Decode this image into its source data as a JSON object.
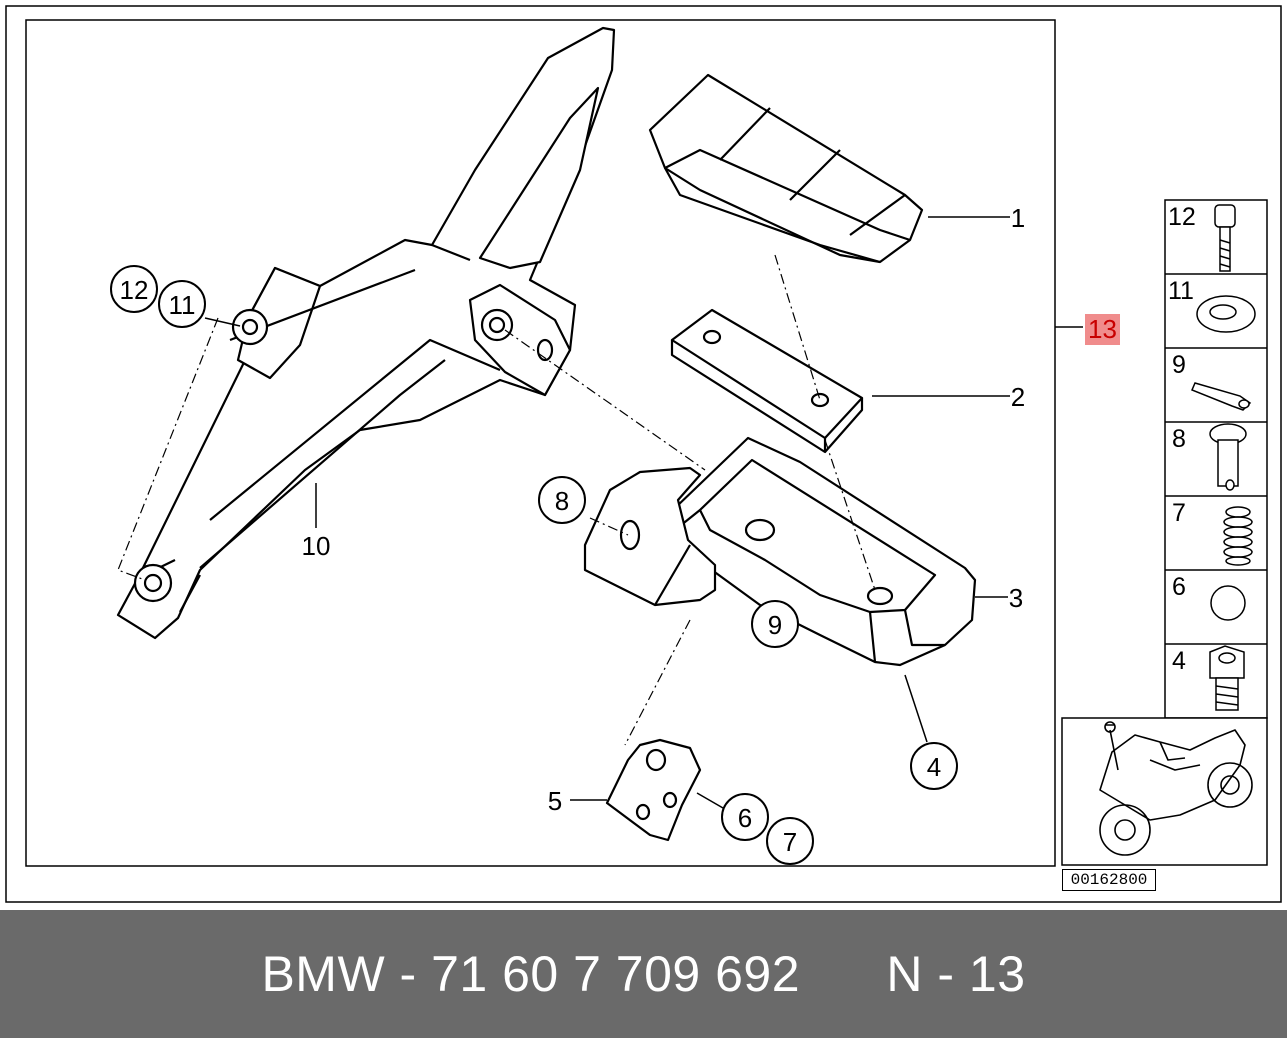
{
  "callouts": {
    "c1": "1",
    "c2": "2",
    "c3": "3",
    "c4": "4",
    "c5": "5",
    "c6": "6",
    "c7": "7",
    "c8": "8",
    "c9": "9",
    "c10": "10",
    "c11": "11",
    "c12": "12",
    "c13": "13"
  },
  "side_parts": [
    "12",
    "11",
    "9",
    "8",
    "7",
    "6",
    "4"
  ],
  "reference_number": "00162800",
  "footer": {
    "part_number": "BMW - 71 60 7 709 692",
    "position": "N - 13"
  },
  "colors": {
    "footer_bg": "#6a6a6a",
    "highlight_bg": "#f08c8c",
    "highlight_text": "#c80000"
  }
}
